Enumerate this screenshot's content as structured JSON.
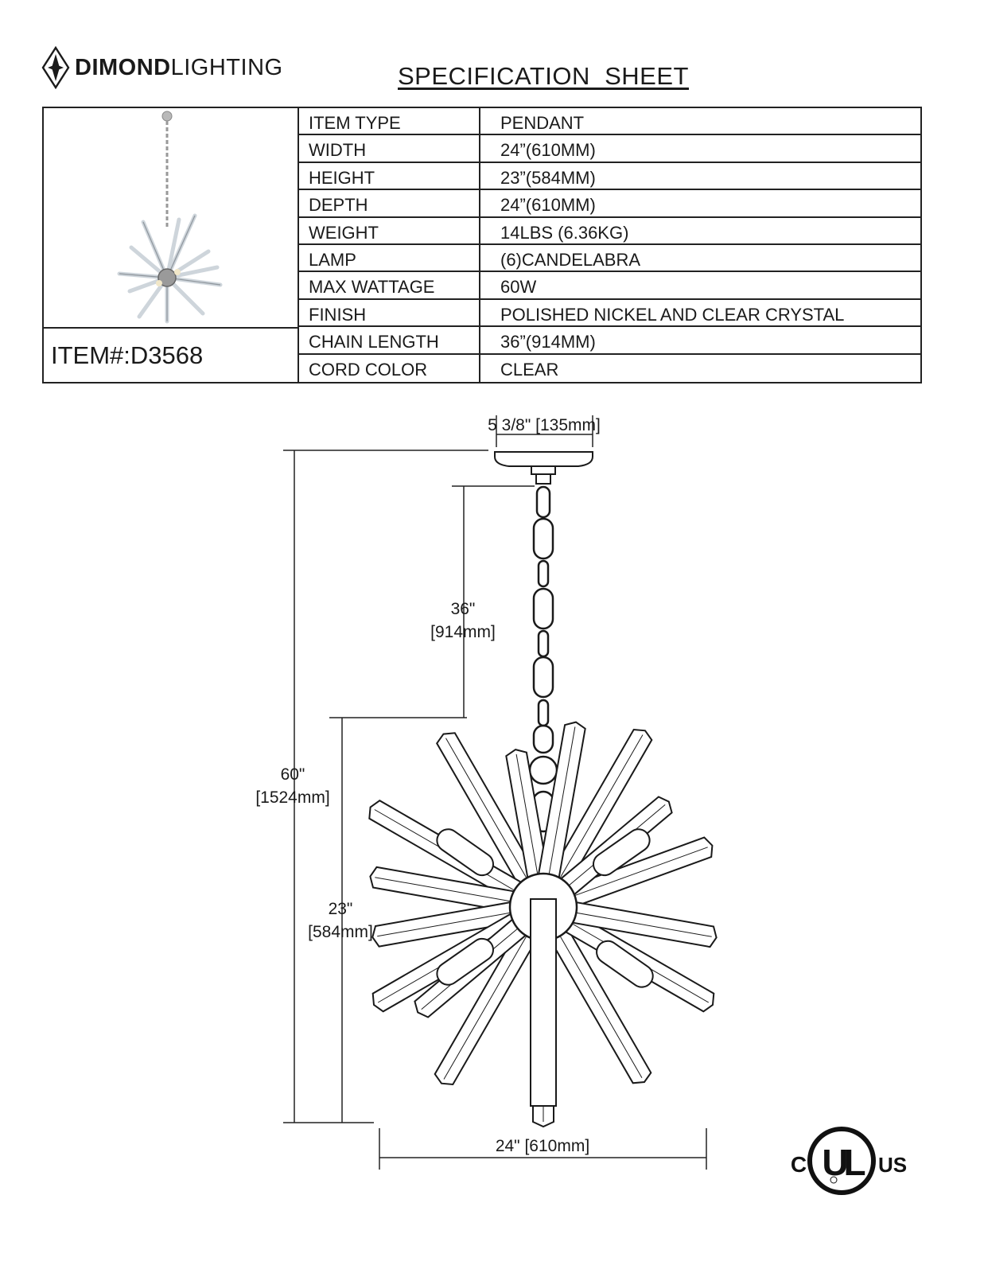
{
  "brand": {
    "name_bold": "DIMOND",
    "name_light": "LIGHTING"
  },
  "title": "SPECIFICATION  SHEET",
  "item_number": "ITEM#:D3568",
  "specs": [
    {
      "key": "ITEM TYPE",
      "value": "PENDANT"
    },
    {
      "key": "WIDTH",
      "value": "24”(610MM)"
    },
    {
      "key": "HEIGHT",
      "value": "23”(584MM)"
    },
    {
      "key": "DEPTH",
      "value": "24”(610MM)"
    },
    {
      "key": "WEIGHT",
      "value": "14LBS (6.36KG)"
    },
    {
      "key": "LAMP",
      "value": "(6)CANDELABRA"
    },
    {
      "key": "MAX WATTAGE",
      "value": "60W"
    },
    {
      "key": "FINISH",
      "value": "POLISHED NICKEL AND CLEAR CRYSTAL"
    },
    {
      "key": "CHAIN LENGTH",
      "value": "36”(914MM)"
    },
    {
      "key": "CORD COLOR",
      "value": "CLEAR"
    }
  ],
  "dimensions": {
    "canopy": "5 3/8\" [135mm]",
    "chain_in": "36\"",
    "chain_mm": "[914mm]",
    "overall_in": "60\"",
    "overall_mm": "[1524mm]",
    "body_in": "23\"",
    "body_mm": "[584mm]",
    "width": "24\" [610mm]"
  },
  "certification": {
    "left": "C",
    "center": "UL",
    "right": "US"
  },
  "colors": {
    "ink": "#1a1a1a",
    "line": "#222222",
    "nickel": "#b9b9b9"
  }
}
